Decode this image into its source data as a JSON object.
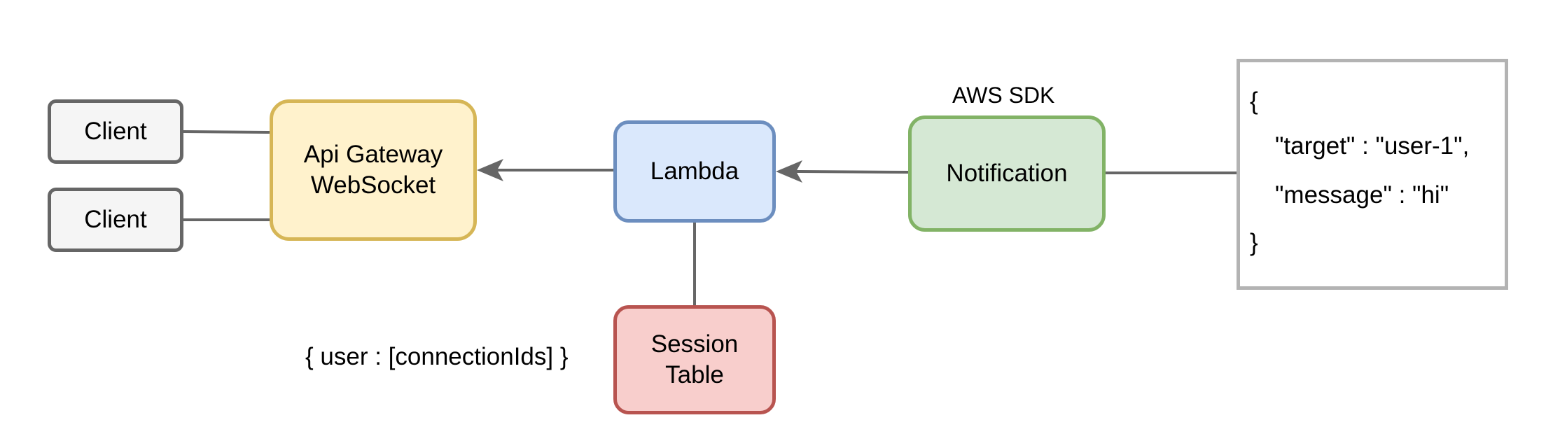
{
  "nodes": {
    "client_1": {
      "label": "Client",
      "fill": "#f5f5f5",
      "stroke": "#666666"
    },
    "client_2": {
      "label": "Client",
      "fill": "#f5f5f5",
      "stroke": "#666666"
    },
    "api_gateway": {
      "label": "Api Gateway\nWebSocket",
      "fill": "#fff2cc",
      "stroke": "#d6b656"
    },
    "lambda": {
      "label": "Lambda",
      "fill": "#dae8fc",
      "stroke": "#6c8ebf"
    },
    "notification": {
      "label": "Notification",
      "fill": "#d5e8d4",
      "stroke": "#82b366"
    },
    "session_table": {
      "label": "Session\nTable",
      "fill": "#f8cecc",
      "stroke": "#b85450"
    }
  },
  "payload": {
    "open_brace": "{",
    "target_line": "\"target\" : \"user-1\",",
    "message_line": "\"message\" : \"hi\"",
    "close_brace": "}"
  },
  "labels": {
    "aws_sdk": "AWS SDK",
    "session_schema": "{ user : [connectionIds] }"
  },
  "edges": [
    {
      "from": "client_1",
      "to": "api_gateway",
      "arrow": false
    },
    {
      "from": "client_2",
      "to": "api_gateway",
      "arrow": false
    },
    {
      "from": "lambda",
      "to": "api_gateway",
      "arrow": true
    },
    {
      "from": "notification",
      "to": "lambda",
      "arrow": true
    },
    {
      "from": "lambda",
      "to": "session_table",
      "arrow": false
    },
    {
      "from": "payload",
      "to": "notification",
      "arrow": false
    }
  ],
  "colors": {
    "edge": "#666666",
    "payload_border": "#b3b3b3"
  }
}
